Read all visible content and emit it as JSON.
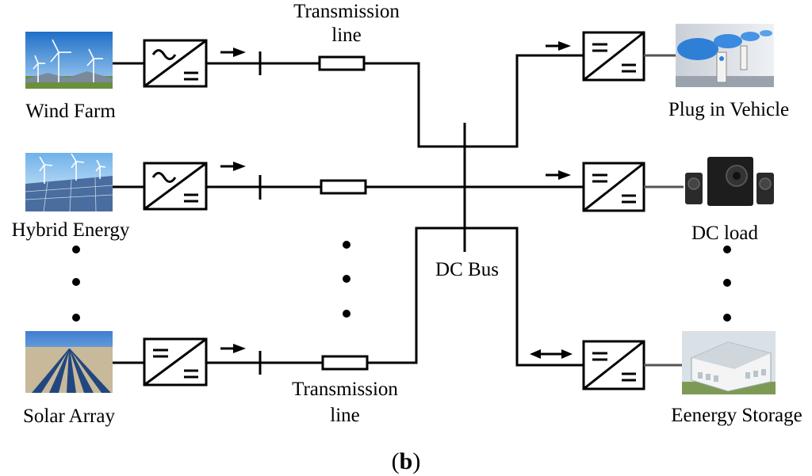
{
  "sources": [
    {
      "label": "Wind Farm",
      "picture": "wind-farm-photo",
      "converter": "ac-dc-converter"
    },
    {
      "label": "Hybrid Energy",
      "picture": "hybrid-energy-photo",
      "converter": "ac-dc-converter"
    },
    {
      "label": "Solar Array",
      "picture": "solar-array-photo",
      "converter": "dc-dc-converter"
    }
  ],
  "loads": [
    {
      "label": "Plug in Vehicle",
      "picture": "ev-charging-photo",
      "converter": "dc-dc-converter"
    },
    {
      "label": "DC load",
      "picture": "speaker-system-photo",
      "converter": "dc-dc-converter"
    },
    {
      "label": "Eenergy Storage",
      "picture": "battery-storage-photo",
      "converter": "dc-dc-converter",
      "bidirectional": true
    }
  ],
  "transmission_top": {
    "line1": "Transmission",
    "line2": "line"
  },
  "transmission_bottom": {
    "line1": "Transmission",
    "line2": "line"
  },
  "bus_label": "DC Bus",
  "figure_label": {
    "open": "(",
    "letter": "b",
    "close": ")"
  },
  "colors": {
    "line": "#000000",
    "load_wire": "#555555",
    "sky": "#3b8fd8",
    "panel": "#2a4f8a"
  }
}
